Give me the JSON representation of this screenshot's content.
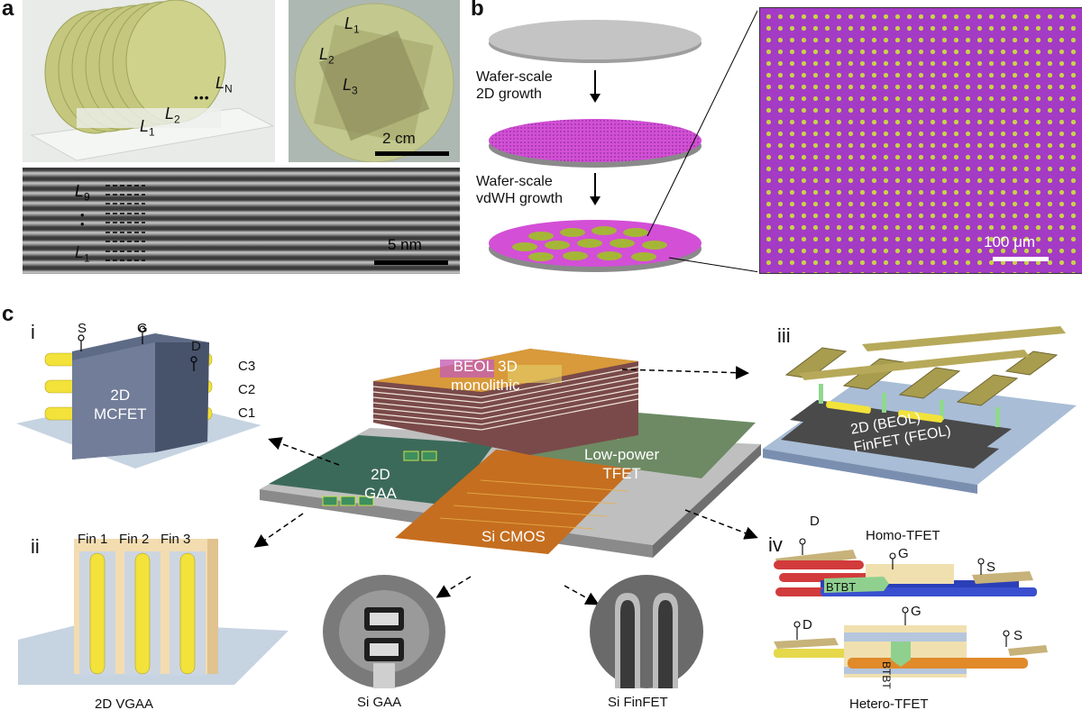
{
  "panel_a": {
    "letter": "a",
    "stack_labels": {
      "l1": "L",
      "l1_sub": "1",
      "l2": "L",
      "l2_sub": "2",
      "ln": "L",
      "ln_sub": "N",
      "dots": "•••"
    },
    "wafer_labels": {
      "l1": "L",
      "l1_sub": "1",
      "l2": "L",
      "l2_sub": "2",
      "l3": "L",
      "l3_sub": "3"
    },
    "wafer_scale": "2 cm",
    "tem_labels": {
      "l9": "L",
      "l9_sub": "9",
      "l1": "L",
      "l1_sub": "1",
      "dots": "•\n•"
    },
    "tem_scale": "5 nm"
  },
  "panel_b": {
    "letter": "b",
    "step1": "Wafer-scale\n2D growth",
    "step2": "Wafer-scale\nvdWH growth",
    "scale": "100 μm"
  },
  "panel_c": {
    "letter": "c",
    "sub_i": {
      "roman": "i",
      "label": "2D\nMCFET",
      "terminals": {
        "s": "S",
        "g": "G",
        "d": "D"
      },
      "channels": {
        "c3": "C3",
        "c2": "C2",
        "c1": "C1"
      }
    },
    "sub_ii": {
      "roman": "ii",
      "fins": [
        "Fin 1",
        "Fin 2",
        "Fin 3"
      ],
      "caption": "2D VGAA"
    },
    "sub_iii": {
      "roman": "iii",
      "label": "2D (BEOL)\nFinFET (FEOL)"
    },
    "sub_iv": {
      "roman": "iv",
      "homo": "Homo-TFET",
      "hetero": "Hetero-TFET",
      "btbt": "BTBT",
      "terminals": {
        "d": "D",
        "g": "G",
        "s": "S"
      }
    },
    "chip_labels": {
      "beol": "BEOL 3D\nmonolithic",
      "gaa": "2D\nGAA",
      "tfet": "Low-power\nTFET",
      "cmos": "Si CMOS"
    },
    "tem_captions": {
      "gaa": "Si GAA",
      "finfet": "Si FinFET"
    }
  }
}
